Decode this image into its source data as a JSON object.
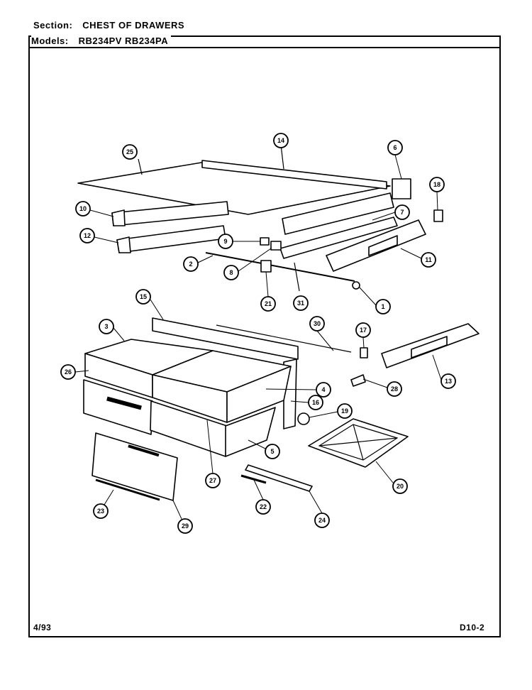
{
  "header": {
    "section_label": "Section:",
    "section_value": "CHEST OF DRAWERS",
    "models_label": "Models:",
    "models_value": "RB234PV RB234PA"
  },
  "footer": {
    "date": "4/93",
    "page_code": "D10-2"
  },
  "callouts": [
    "1",
    "2",
    "3",
    "4",
    "5",
    "6",
    "7",
    "8",
    "9",
    "10",
    "11",
    "12",
    "13",
    "14",
    "15",
    "16",
    "17",
    "18",
    "19",
    "20",
    "21",
    "22",
    "23",
    "24",
    "25",
    "26",
    "27",
    "28",
    "29",
    "30",
    "31"
  ]
}
